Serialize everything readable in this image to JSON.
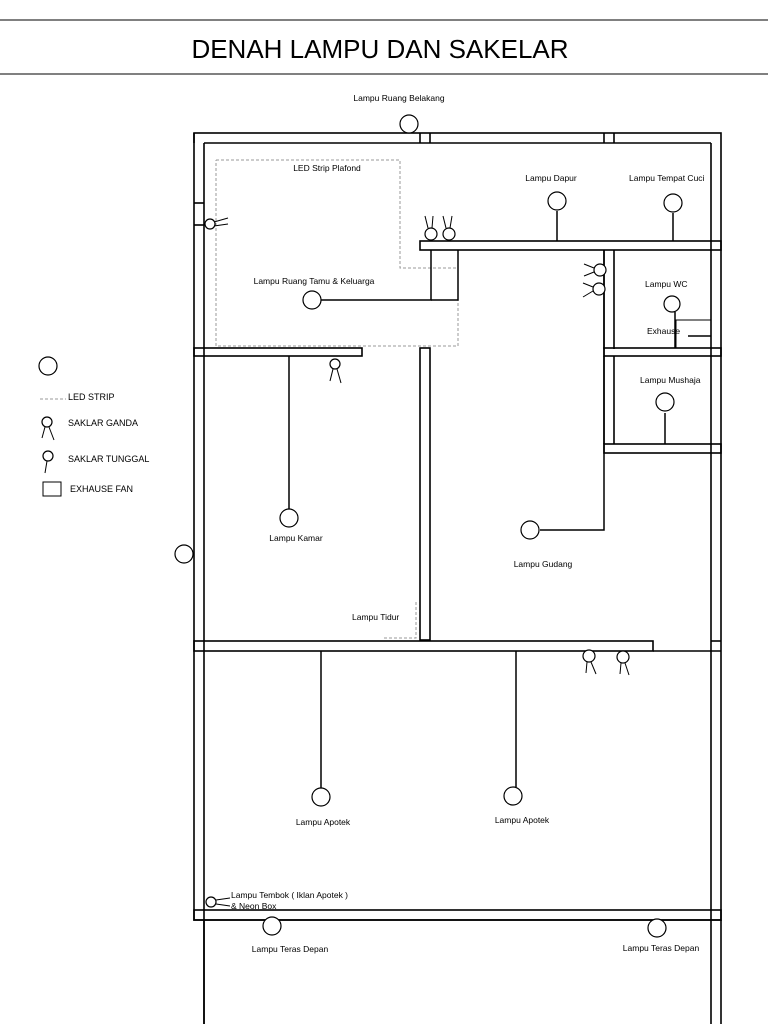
{
  "title": "DENAH LAMPU DAN SAKELAR",
  "labels": {
    "ruang_belakang": "Lampu Ruang Belakang",
    "led_plafond": "LED Strip Plafond",
    "dapur": "Lampu Dapur",
    "tempat_cuci": "Lampu Tempat Cuci",
    "ruang_tamu": "Lampu Ruang Tamu & Keluarga",
    "wc": "Lampu WC",
    "exhause": "Exhause",
    "mushala": "Lampu Mushaja",
    "kamar": "Lampu Kamar",
    "gudang": "Lampu Gudang",
    "tidur": "Lampu Tidur",
    "apotek_1": "Lampu Apotek",
    "apotek_2": "Lampu Apotek",
    "tembok_1": "Lampu Tembok ( Iklan Apotek )",
    "tembok_2": "& Neon Box",
    "teras_1": "Lampu Teras Depan",
    "teras_2": "Lampu Teras Depan"
  },
  "legend": {
    "led": "LED STRIP",
    "ganda": "SAKLAR GANDA",
    "tunggal": "SAKLAR TUNGGAL",
    "fan": "EXHAUSE FAN"
  }
}
